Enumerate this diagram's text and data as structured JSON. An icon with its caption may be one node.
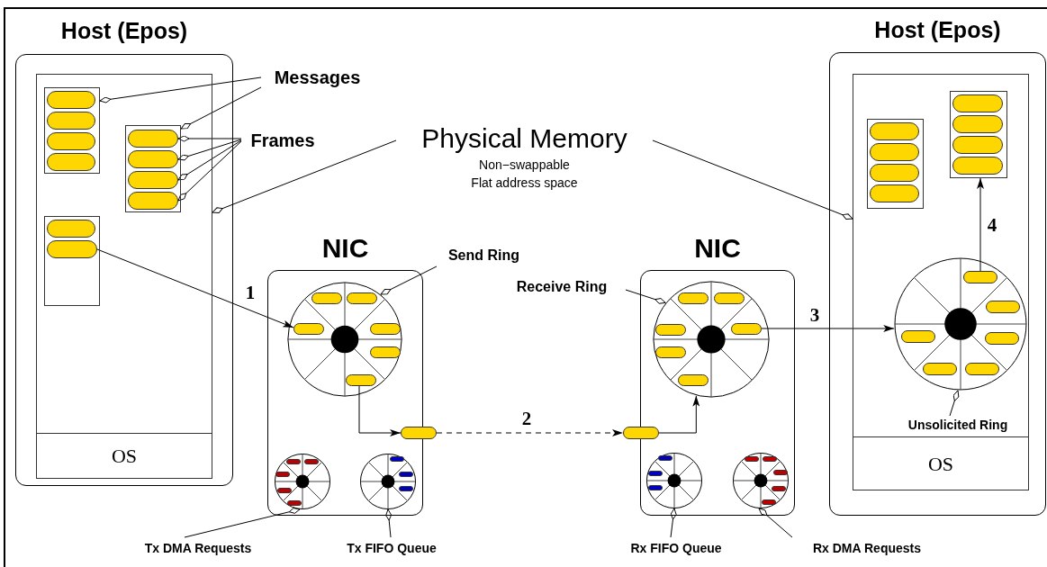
{
  "diagram": {
    "nodes": [
      {
        "text": [
          "Host (Epos)"
        ]
      },
      {
        "text": [],
        "shape": "box",
        "in": 0
      },
      {
        "text": [
          "OS"
        ],
        "in": 0
      },
      {
        "text": [],
        "shape": "box",
        "in": 1
      },
      {
        "text": [],
        "shape": "box",
        "in": 1
      },
      {
        "text": [],
        "shape": "box",
        "in": 1
      },
      {
        "text": [],
        "shape": "pill",
        "in": 4
      },
      {
        "text": [],
        "shape": "pill",
        "in": 4
      },
      {
        "text": [],
        "shape": "pill",
        "in": 4
      },
      {
        "text": [],
        "shape": "pill",
        "in": 4
      },
      {
        "text": [],
        "shape": "pill",
        "in": 5
      },
      {
        "text": [
          "Messages"
        ]
      },
      {
        "text": [
          "Frames"
        ]
      },
      {
        "text": [
          "Physical Memory",
          "Non−swappable Flat address space"
        ]
      },
      {
        "text": [
          "NIC"
        ]
      },
      {
        "text": [],
        "shape": "circle",
        "in": 14
      },
      {
        "text": [],
        "shape": "pill",
        "in": 15
      },
      {
        "text": [],
        "shape": "pill",
        "in": 15
      },
      {
        "text": [],
        "shape": "pill"
      },
      {
        "text": [],
        "shape": "circle",
        "in": 14
      },
      {
        "text": [],
        "shape": "circle",
        "in": 14
      },
      {
        "text": [
          "Send Ring"
        ]
      },
      {
        "text": [
          "Tx DMA Requests"
        ]
      },
      {
        "text": [
          "Tx FIFO Queue"
        ]
      },
      {
        "text": [
          "NIC"
        ]
      },
      {
        "text": [],
        "shape": "circle",
        "in": 24
      },
      {
        "text": [],
        "shape": "pill",
        "in": 25
      },
      {
        "text": [],
        "shape": "pill"
      },
      {
        "text": [],
        "shape": "circle",
        "in": 24
      },
      {
        "text": [],
        "shape": "circle",
        "in": 24
      },
      {
        "text": [
          "Receive Ring"
        ]
      },
      {
        "text": [
          "Rx FIFO Queue"
        ]
      },
      {
        "text": [
          "Rx DMA Requests"
        ]
      },
      {
        "text": [
          "Host (Epos)"
        ]
      },
      {
        "text": [],
        "shape": "box",
        "in": 33
      },
      {
        "text": [
          "OS"
        ],
        "in": 33
      },
      {
        "text": [],
        "shape": "box",
        "in": 34
      },
      {
        "text": [],
        "shape": "box",
        "in": 34
      },
      {
        "text": [],
        "shape": "circle",
        "in": 34
      },
      {
        "text": [],
        "shape": "pill",
        "in": 38
      },
      {
        "text": [
          "Unsolicited Ring"
        ],
        "in": 34
      }
    ],
    "edges": [
      {
        "from": 11,
        "to": 3,
        "arrow": "other"
      },
      {
        "from": 11,
        "to": 4,
        "arrow": "other"
      },
      {
        "from": 12,
        "to": 6,
        "arrow": "other"
      },
      {
        "from": 12,
        "to": 7,
        "arrow": "other"
      },
      {
        "from": 12,
        "to": 8,
        "arrow": "other"
      },
      {
        "from": 12,
        "to": 9,
        "arrow": "other"
      },
      {
        "from": 13,
        "to": 1,
        "arrow": "other"
      },
      {
        "from": 13,
        "to": 34,
        "arrow": "other"
      },
      {
        "from": 21,
        "to": 15,
        "arrow": "other"
      },
      {
        "from": 22,
        "to": 19,
        "arrow": "other"
      },
      {
        "from": 23,
        "to": 20,
        "arrow": "other"
      },
      {
        "from": 30,
        "to": 25,
        "arrow": "other"
      },
      {
        "from": 31,
        "to": 28,
        "arrow": "other"
      },
      {
        "from": 32,
        "to": 29,
        "arrow": "other"
      },
      {
        "from": 40,
        "to": 38,
        "arrow": "other"
      },
      {
        "from": 10,
        "to": 16,
        "arrow": "to",
        "label": "1"
      },
      {
        "from": 17,
        "to": 18,
        "arrow": "to"
      },
      {
        "from": 18,
        "to": 27,
        "arrow": "to",
        "label": "2",
        "style": "dashed"
      },
      {
        "from": 27,
        "to": 25,
        "arrow": "to"
      },
      {
        "from": 26,
        "to": 38,
        "arrow": "to",
        "label": "3"
      },
      {
        "from": 39,
        "to": 37,
        "arrow": "to",
        "label": "4"
      }
    ]
  }
}
